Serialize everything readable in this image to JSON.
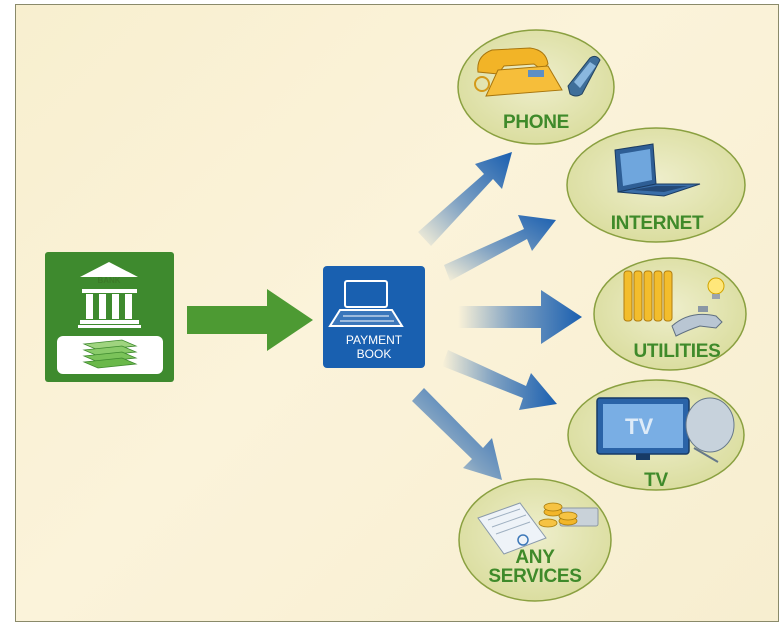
{
  "source": {
    "bank_label": "BANK"
  },
  "hub": {
    "label_line1": "PAYMENT",
    "label_line2": "BOOK"
  },
  "services": [
    {
      "id": "phone",
      "label_line1": "PHONE",
      "label_line2": ""
    },
    {
      "id": "internet",
      "label_line1": "INTERNET",
      "label_line2": ""
    },
    {
      "id": "utilities",
      "label_line1": "UTILITIES",
      "label_line2": ""
    },
    {
      "id": "tv",
      "label_line1": "TV",
      "label_line2": ""
    },
    {
      "id": "any-services",
      "label_line1": "ANY",
      "label_line2": "SERVICES"
    }
  ],
  "colors": {
    "bank_green": "#3e8a2e",
    "arrow_green": "#4d9a33",
    "hub_blue": "#1960b0",
    "arrow_blue": "#1a5fb0",
    "ellipse_fill": "#e6e4b0",
    "ellipse_border": "#8aa040",
    "label_green": "#3f8a2a"
  },
  "icons": {
    "bank": "bank-building-icon",
    "money": "money-stack-icon",
    "hub": "laptop-icon",
    "phone": "telephone-icon",
    "internet": "laptop-icon",
    "utilities": "radiator-faucet-bulb-icon",
    "tv": "tv-satellite-icon",
    "any-services": "documents-coins-icon"
  }
}
